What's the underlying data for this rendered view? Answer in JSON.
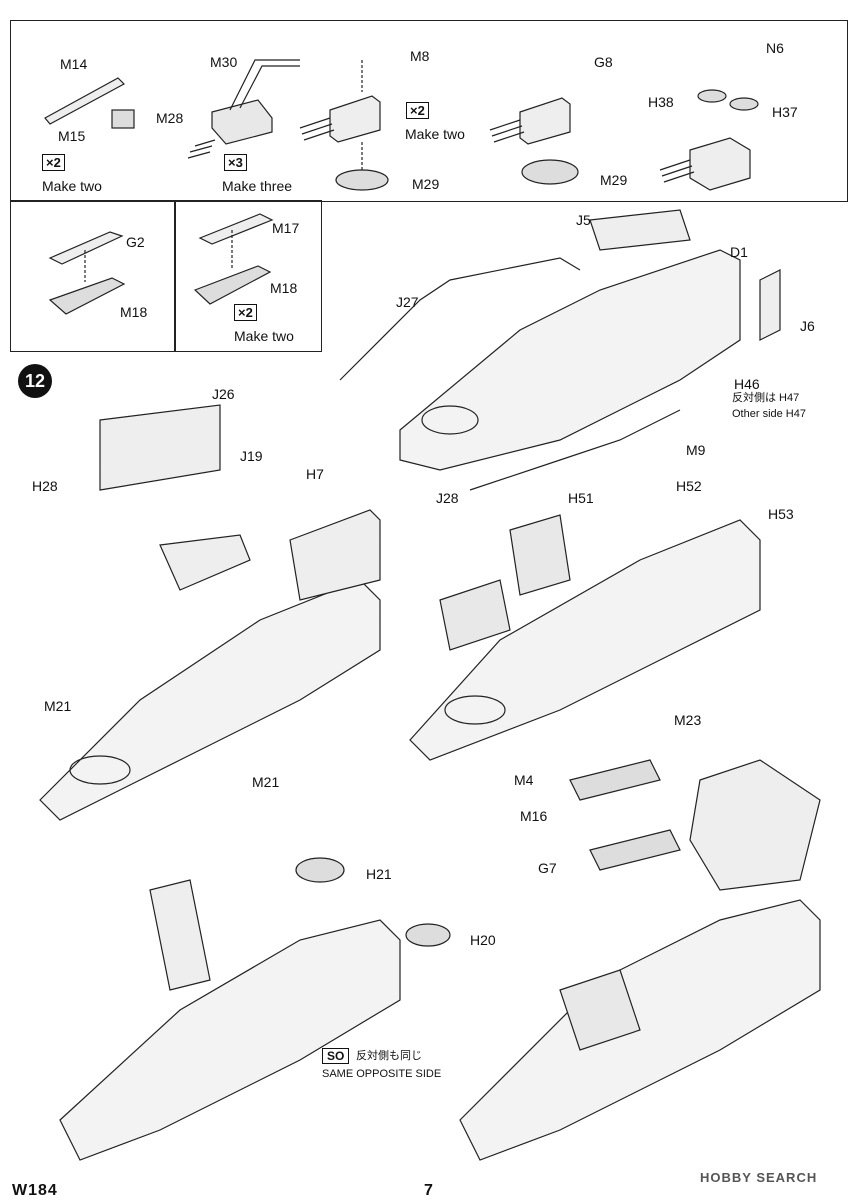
{
  "frames": {
    "top_labels": [
      "M14",
      "M15",
      "M30",
      "M28",
      "M8",
      "G8",
      "N6",
      "H38",
      "H37",
      "M29",
      "M29"
    ],
    "multipliers": [
      "×2",
      "×3",
      "×2",
      "×2"
    ],
    "notes": [
      "Make two",
      "Make three",
      "Make two",
      "Make two"
    ],
    "boats": [
      "G2",
      "M18",
      "M17",
      "M18"
    ]
  },
  "step": {
    "number": "12"
  },
  "labels": {
    "J5": "J5",
    "D1": "D1",
    "J27": "J27",
    "J6": "J6",
    "H46": "H46",
    "H47_jp": "反対側は H47",
    "H47_en": "Other side  H47",
    "J26": "J26",
    "J19": "J19",
    "H28": "H28",
    "H7": "H7",
    "J28": "J28",
    "M9": "M9",
    "H51": "H51",
    "H52": "H52",
    "H53": "H53",
    "M21a": "M21",
    "M21b": "M21",
    "M23": "M23",
    "M4": "M4",
    "M16": "M16",
    "G7": "G7",
    "H21": "H21",
    "H20": "H20"
  },
  "same_side": {
    "badge": "SO",
    "jp": "反対側も同じ",
    "en": "SAME OPPOSITE SIDE"
  },
  "footer": {
    "code": "W184",
    "page": "7",
    "watermark": "HOBBY SEARCH"
  }
}
